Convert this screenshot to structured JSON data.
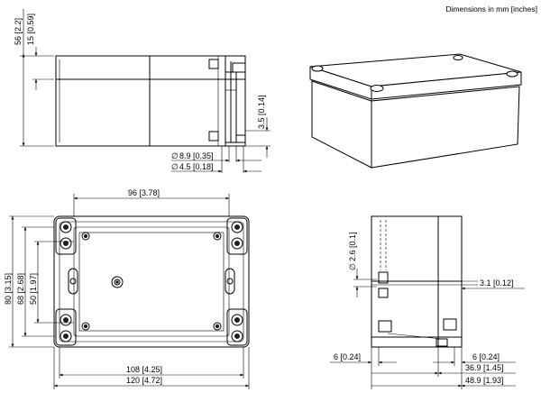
{
  "header": {
    "units_note": "Dimensions in mm [inches]"
  },
  "side_view": {
    "dim_height": "56  [2.2]",
    "dim_lid": "15  [0.59]",
    "dim_wall": "3.5  [0.14]",
    "dim_hole_large": "8.9  [0.35]",
    "dim_hole_small": "4.5  [0.18]",
    "diameter_symbol": "∅"
  },
  "top_view": {
    "dim_inner_width": "96  [3.78]",
    "dim_height_total": "80  [3.15]",
    "dim_height_mid": "68  [2.68]",
    "dim_height_inner": "50  [1.97]",
    "dim_width_mid": "108  [4.25]",
    "dim_width_total": "120  [4.72]"
  },
  "end_view": {
    "dim_hole": "2.6  [0.1]",
    "dim_rib": "3.1  [0.12]",
    "dim_left_offset": "6  [0.24]",
    "dim_right_offset": "6  [0.24]",
    "dim_depth_inner": "36.9  [1.45]",
    "dim_depth_total": "48.9  [1.93]",
    "diameter_symbol": "∅"
  },
  "iso_view": {
    "label": ""
  }
}
